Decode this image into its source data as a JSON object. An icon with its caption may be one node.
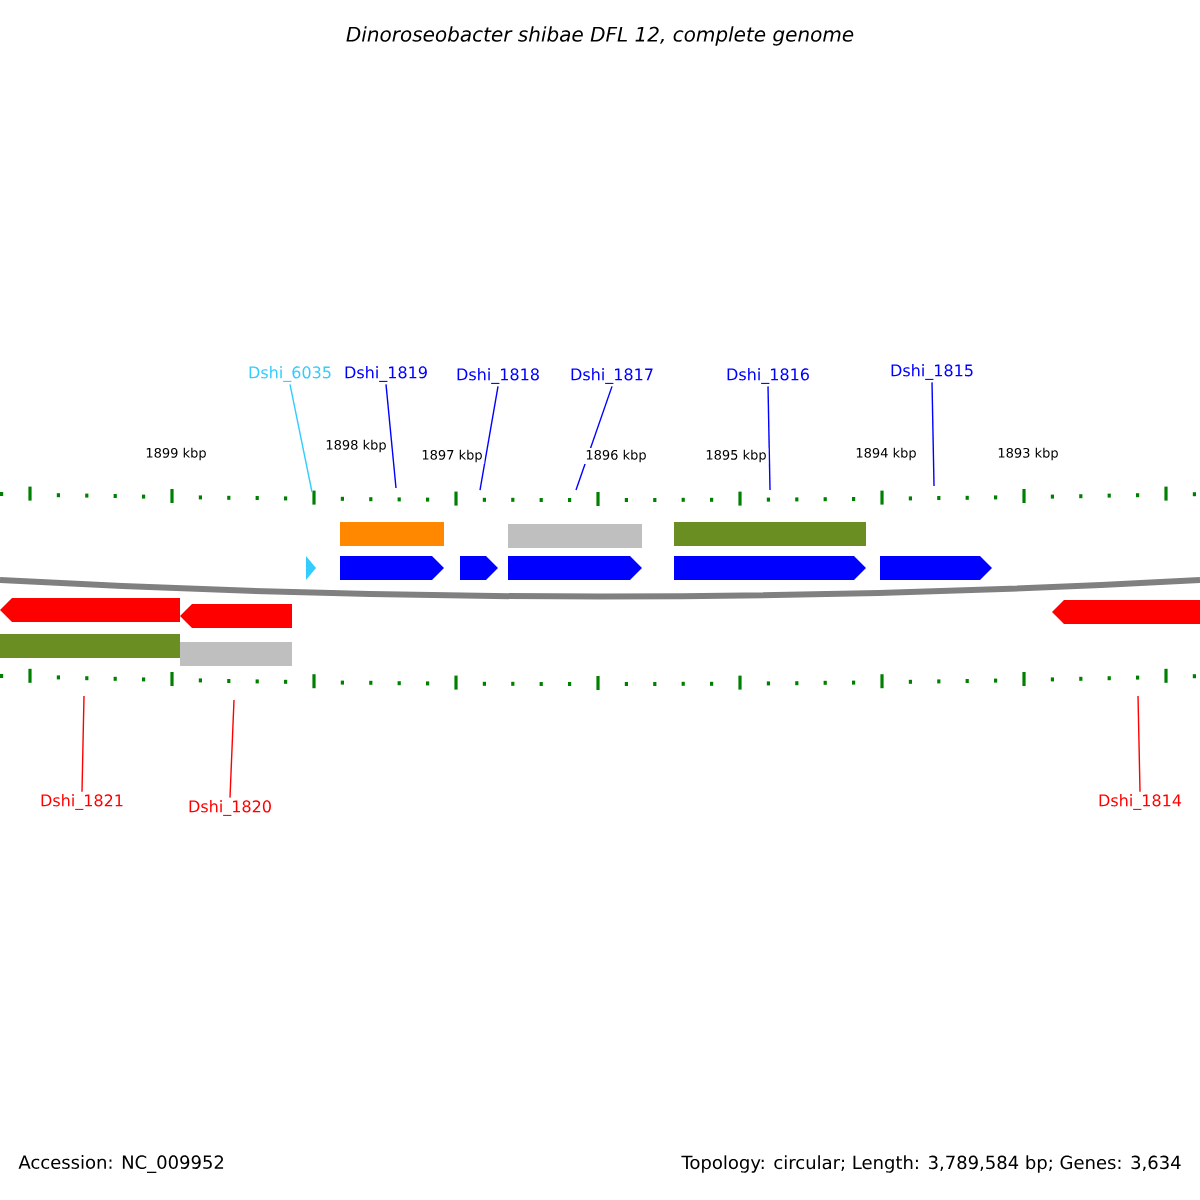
{
  "diagram": {
    "title": "Dinoroseobacter shibae DFL 12, complete genome",
    "nodes": [
      {
        "text": [
          "Dshi_6035"
        ]
      },
      {
        "text": [
          "Dshi_1819"
        ]
      },
      {
        "text": [
          "Dshi_1818"
        ]
      },
      {
        "text": [
          "Dshi_1817"
        ]
      },
      {
        "text": [
          "Dshi_1816"
        ]
      },
      {
        "text": [
          "Dshi_1815"
        ]
      },
      {
        "text": [
          "Dshi_1821"
        ]
      },
      {
        "text": [
          "Dshi_1820"
        ]
      },
      {
        "text": [
          "Dshi_1814"
        ]
      }
    ],
    "edges": [
      {
        "from": 0,
        "to": null,
        "arrow": "none",
        "color": "#33ccff"
      },
      {
        "from": 1,
        "to": null,
        "arrow": "none"
      },
      {
        "from": 2,
        "to": null,
        "arrow": "none"
      },
      {
        "from": 3,
        "to": null,
        "arrow": "none"
      },
      {
        "from": 4,
        "to": null,
        "arrow": "none"
      },
      {
        "from": 5,
        "to": null,
        "arrow": "none"
      },
      {
        "from": 6,
        "to": null,
        "arrow": "none",
        "color": "#ff0000"
      },
      {
        "from": 7,
        "to": null,
        "arrow": "none",
        "color": "#ff0000"
      },
      {
        "from": 8,
        "to": null,
        "arrow": "none",
        "color": "#ff0000"
      }
    ],
    "labels": [
      "1899 kbp",
      "1898 kbp",
      "1897 kbp",
      "1896 kbp",
      "1895 kbp",
      "1894 kbp",
      "1893 kbp",
      "Accession: NC_009952",
      "Topology: circular; Length: 3,789,584 bp; Genes: 3,634"
    ]
  }
}
